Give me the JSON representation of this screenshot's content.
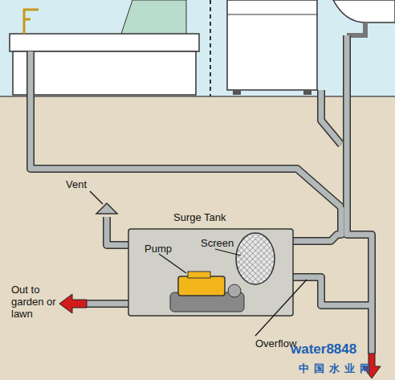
{
  "diagram": {
    "nodes": [
      {
        "text": [
          "Surge Tank"
        ]
      }
    ],
    "labels": [
      "Vent",
      "Pump",
      "Screen",
      "Out to garden or lawn",
      "Overflow",
      "water8848",
      "中国水业网"
    ]
  }
}
